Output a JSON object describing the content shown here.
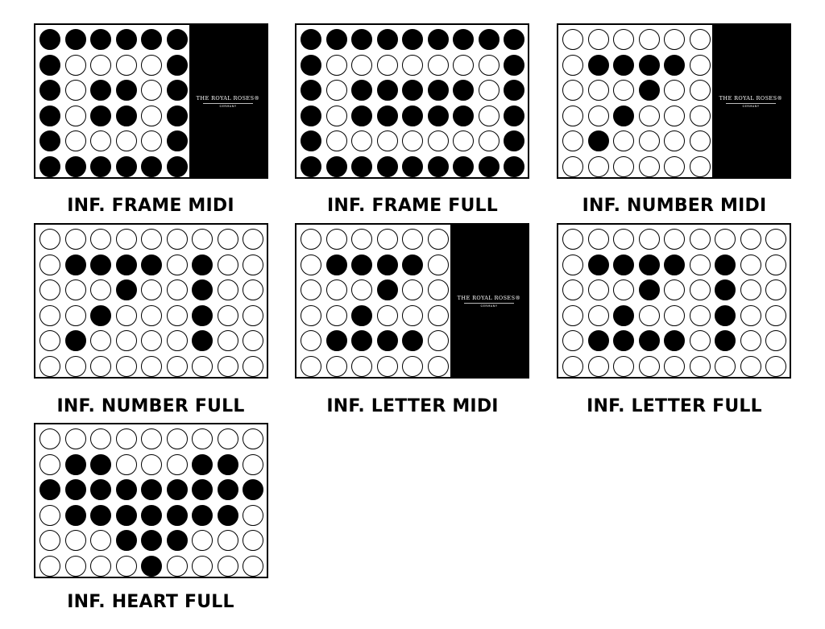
{
  "colors": {
    "filled": "#000000",
    "empty": "#ffffff",
    "panel": "#000000",
    "outline": "#000000"
  },
  "brand": {
    "name": "THE ROYAL ROSES®",
    "sub": "GERMANY"
  },
  "products": [
    {
      "id": "frame-midi",
      "caption": "INF. FRAME MIDI",
      "has_brand_panel": true,
      "grid": [
        "######",
        "#....#",
        "#.##.#",
        "#.##.#",
        "#....#",
        "######"
      ]
    },
    {
      "id": "frame-full",
      "caption": "INF. FRAME FULL",
      "has_brand_panel": false,
      "grid": [
        "#########",
        "#.......#",
        "#.#####.#",
        "#.#####.#",
        "#.......#",
        "#########"
      ]
    },
    {
      "id": "number-midi",
      "caption": "INF. NUMBER MIDI",
      "has_brand_panel": true,
      "grid": [
        "......",
        ".####.",
        "...#..",
        "..#...",
        ".#....",
        "......"
      ]
    },
    {
      "id": "number-full",
      "caption": "INF. NUMBER FULL",
      "has_brand_panel": false,
      "grid": [
        ".........",
        ".####.#..",
        "...#..#..",
        "..#...#..",
        ".#....#..",
        "........."
      ]
    },
    {
      "id": "letter-midi",
      "caption": "INF. LETTER MIDI",
      "has_brand_panel": true,
      "grid": [
        "......",
        ".####.",
        "...#..",
        "..#...",
        ".####.",
        "......"
      ]
    },
    {
      "id": "letter-full",
      "caption": "INF. LETTER FULL",
      "has_brand_panel": false,
      "grid": [
        ".........",
        ".####.#..",
        "...#..#..",
        "..#...#..",
        ".####.#..",
        "........."
      ]
    },
    {
      "id": "heart-full",
      "caption": "INF. HEART FULL",
      "has_brand_panel": false,
      "grid": [
        ".........",
        ".##...##.",
        "#########",
        ".#######.",
        "...###...",
        "....#...."
      ]
    }
  ]
}
